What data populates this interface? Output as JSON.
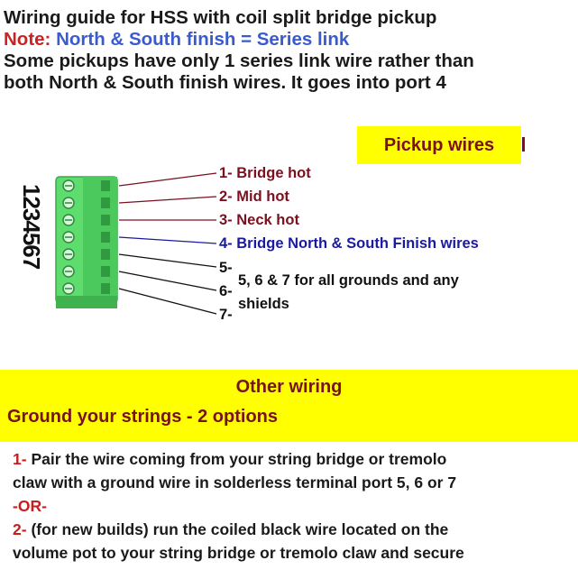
{
  "header": {
    "line1": "Wiring guide for HSS with coil split bridge pickup",
    "note_label": "Note:",
    "note_text": "North & South finish = Series link",
    "line3": "Some pickups have only 1 series link wire rather than",
    "line4": "both North & South finish wires. It goes into port 4"
  },
  "pickup_wires": {
    "title": "Pickup wires",
    "terminal_numbers": "1234567",
    "labels": [
      {
        "text": "1- Bridge hot"
      },
      {
        "text": "2- Mid hot"
      },
      {
        "text": "3- Neck hot"
      },
      {
        "text": "4- Bridge North & South Finish wires"
      },
      {
        "text": "5-"
      },
      {
        "text": "6-"
      },
      {
        "text": "7-"
      }
    ],
    "ground_note_line1": "5, 6 & 7 for all grounds and any",
    "ground_note_line2": "shields"
  },
  "other": {
    "title": "Other wiring",
    "ground_title": "Ground your strings - 2 options",
    "opt1_num": "1-",
    "opt1_line1": "Pair the wire coming from your string bridge or tremolo",
    "opt1_line2": "claw with a ground wire in solderless terminal port 5, 6 or 7",
    "or": "-OR-",
    "opt2_num": "2-",
    "opt2_line1": "(for new builds) run the coiled black wire located on the",
    "opt2_line2": "volume pot to your string bridge or tremolo claw and secure"
  },
  "colors": {
    "highlight": "#ffff00",
    "maroon": "#7a1020",
    "blue_wire": "#1a1aa0",
    "note_red": "#cc2222",
    "note_blue": "#3a5bd0",
    "terminal_green": "#5fdc6e"
  }
}
